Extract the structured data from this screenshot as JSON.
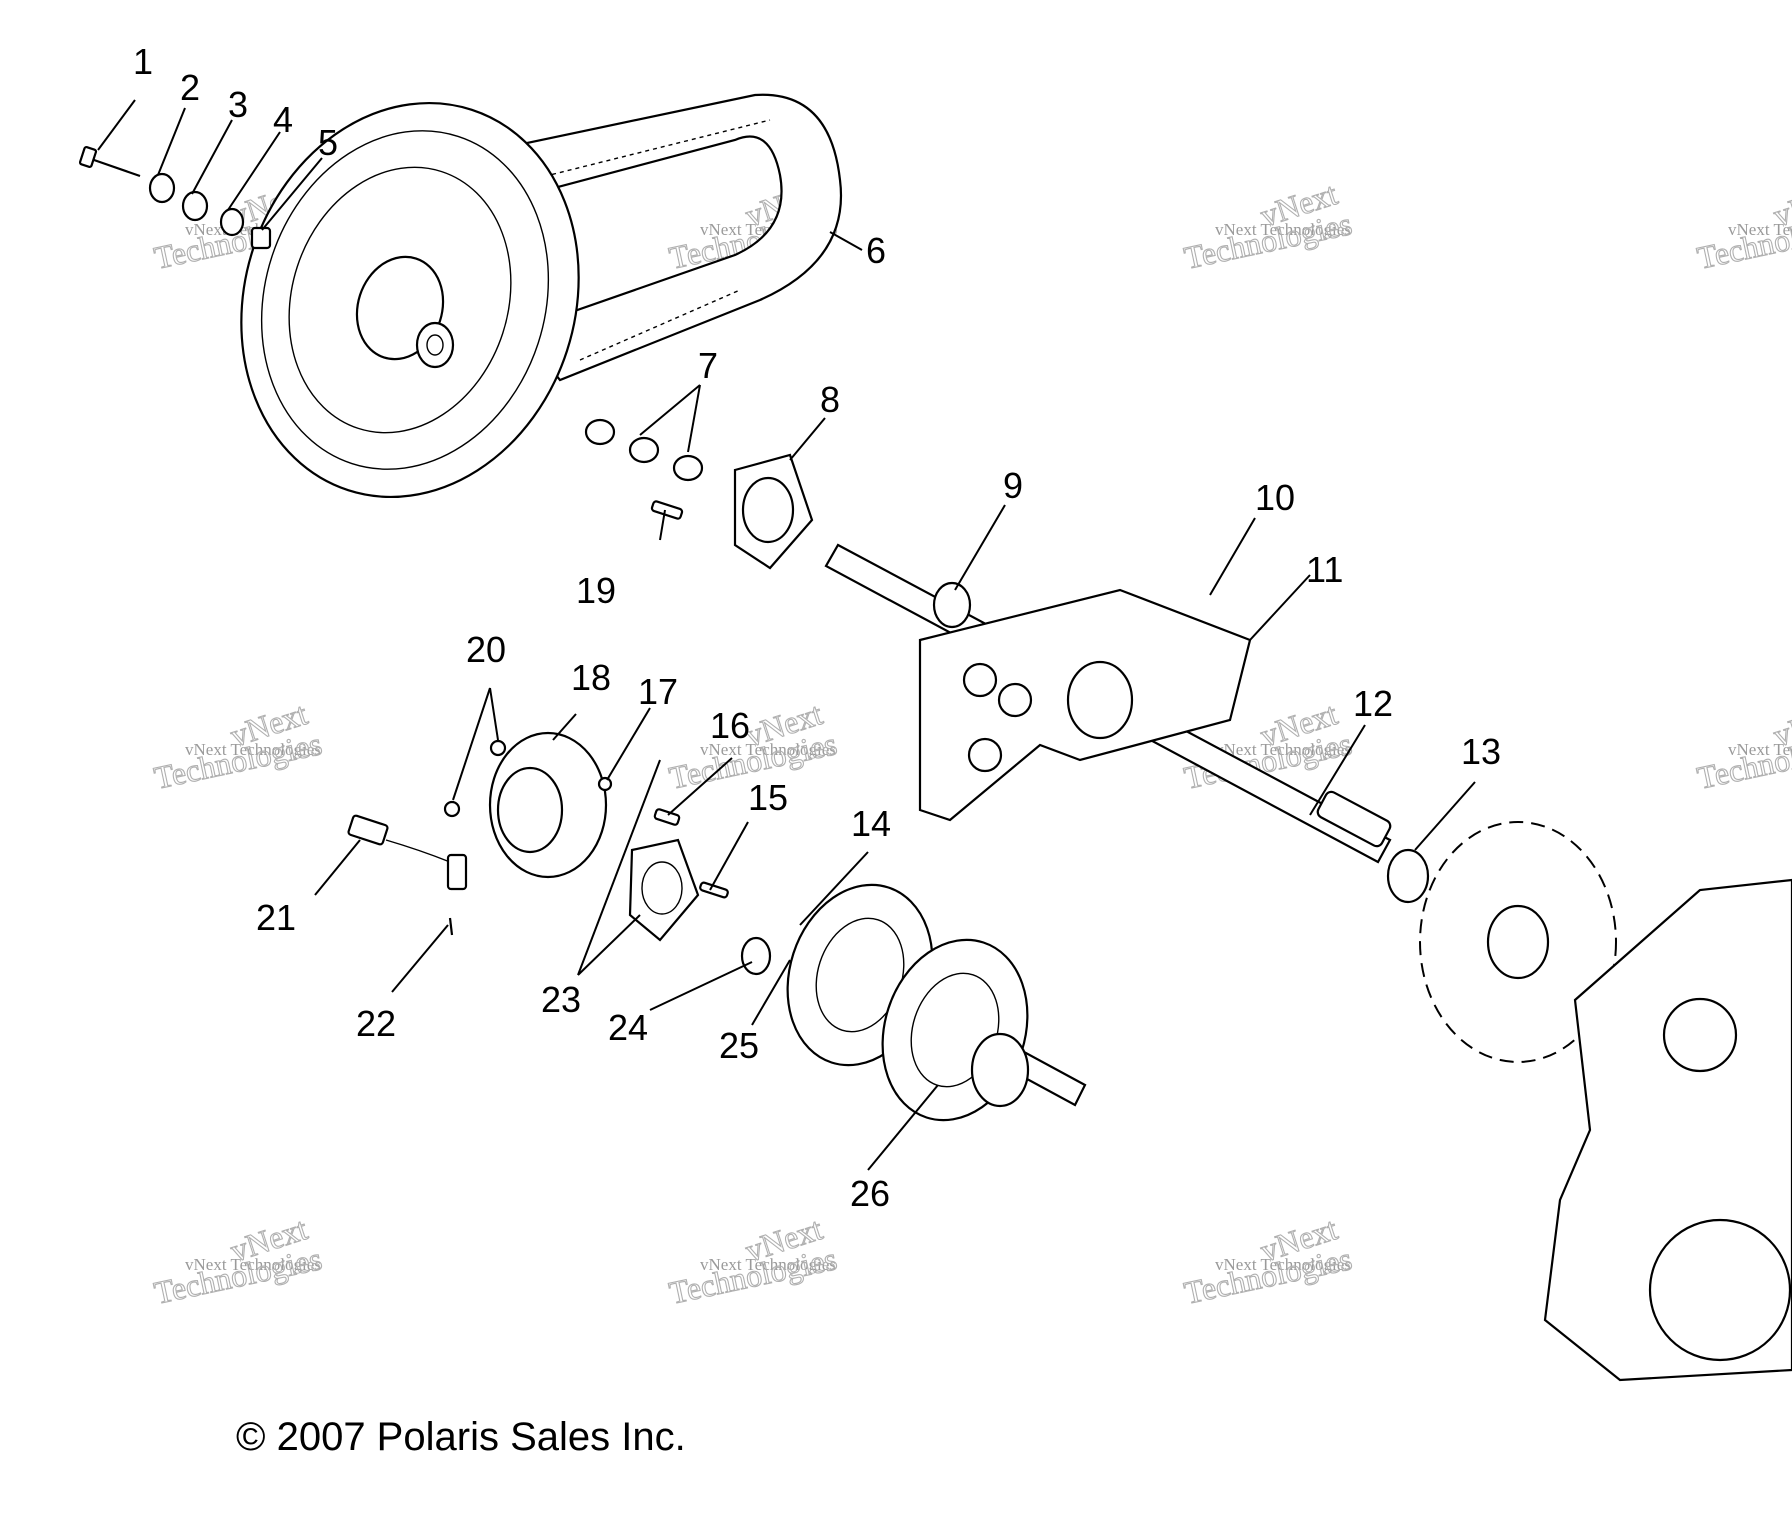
{
  "diagram": {
    "callouts": [
      "1",
      "2",
      "3",
      "4",
      "5",
      "6",
      "7",
      "8",
      "9",
      "10",
      "11",
      "12",
      "13",
      "14",
      "15",
      "16",
      "17",
      "18",
      "19",
      "20",
      "21",
      "22",
      "23",
      "24",
      "25",
      "26"
    ],
    "copyright": "© 2007 Polaris Sales Inc.",
    "watermark": {
      "top": "vNext",
      "middle": "vNext Technologies",
      "bottom": "Technologies"
    }
  }
}
